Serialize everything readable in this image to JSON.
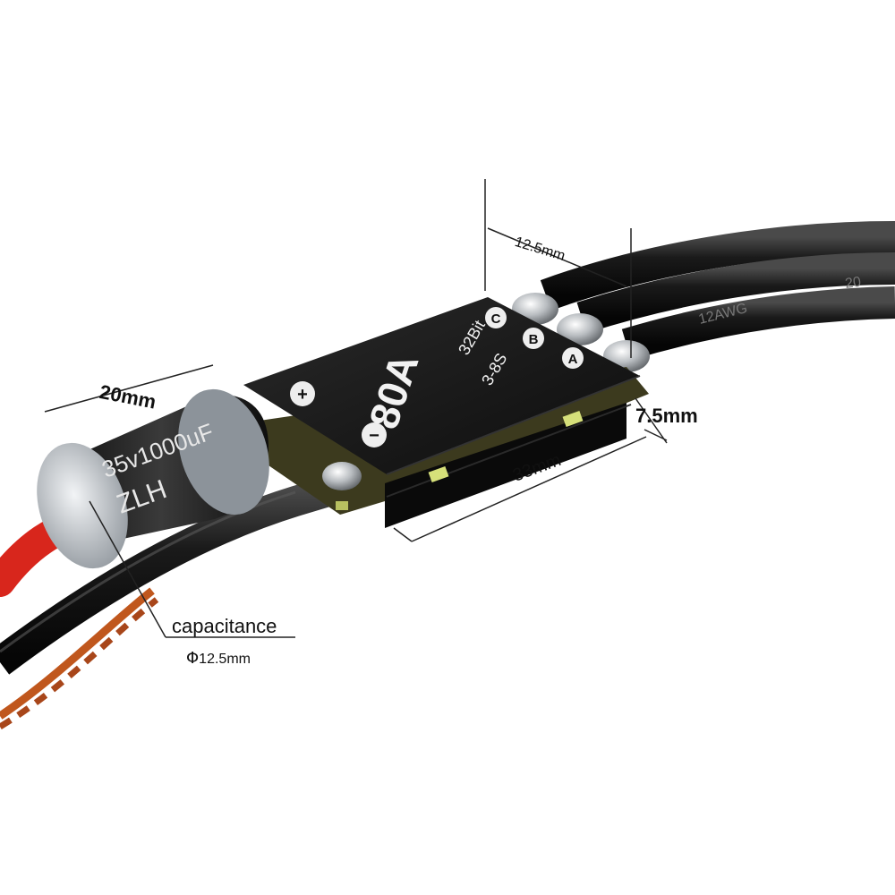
{
  "image": {
    "description_labels": {
      "esc_rating": "80A",
      "esc_bit": "32Bit",
      "esc_cells": "3-8S",
      "phase_a": "A",
      "phase_b": "B",
      "phase_c": "C",
      "plus_symbol": "+",
      "minus_symbol": "−",
      "cap_text_1": "35v1000uF",
      "cap_text_2": "ZLH",
      "wire_gauge": "12AWG",
      "wire_gauge_tail": "20"
    }
  },
  "dimensions": {
    "width_label": "20mm",
    "pad_spacing_label": "12.5mm",
    "height_label": "7.5mm",
    "length_label": "33mm"
  },
  "callout": {
    "title": "capacitance",
    "phi": "Φ",
    "value": "12.5mm"
  },
  "colors": {
    "esc_body": "#101010",
    "wire": "#121212",
    "red_wire": "#d8261c",
    "signal_wire": "#c0571d",
    "capacitor_sleeve": "#1a1a1a",
    "capacitor_cap": "#c8ccd0"
  }
}
